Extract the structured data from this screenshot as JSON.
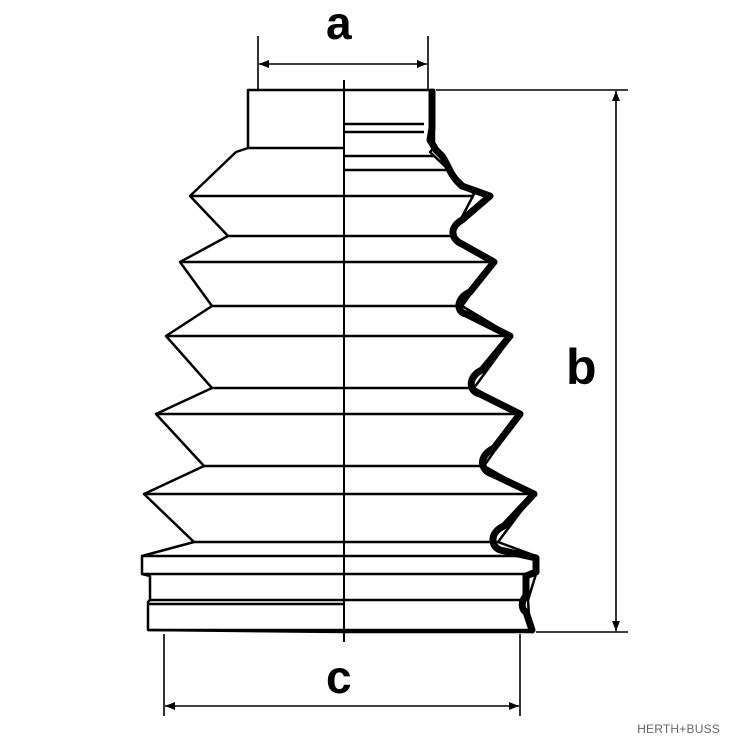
{
  "dimensions": {
    "a": "a",
    "b": "b",
    "c": "c"
  },
  "brand": "HERTH+BUSS",
  "colors": {
    "line": "#000000",
    "background": "#ffffff",
    "watermark": "#666666"
  }
}
